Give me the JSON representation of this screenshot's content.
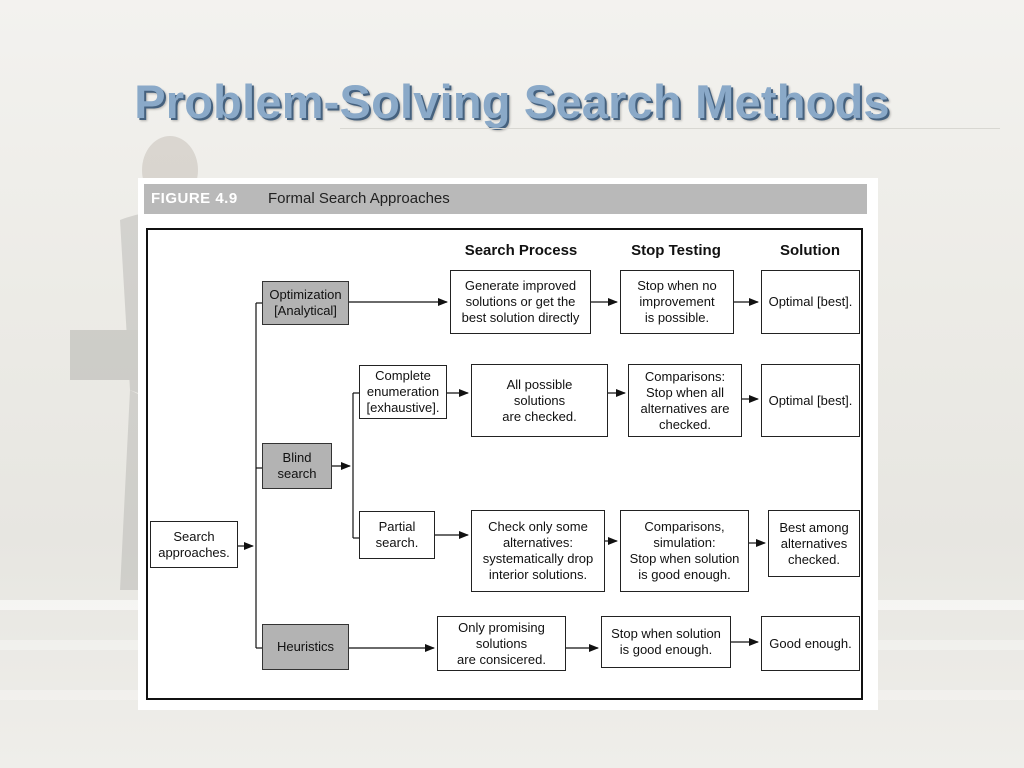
{
  "slide": {
    "title": "Problem-Solving Search Methods"
  },
  "figure": {
    "number": "FIGURE 4.9",
    "caption": "Formal Search Approaches",
    "column_headers": {
      "search_process": "Search Process",
      "stop_testing": "Stop Testing",
      "solution": "Solution"
    },
    "nodes": {
      "search_approaches": "Search\napproaches.",
      "optimization": "Optimization\n[Analytical]",
      "blind_search": "Blind\nsearch",
      "heuristics": "Heuristics",
      "complete_enumeration": "Complete\nenumeration\n[exhaustive].",
      "partial_search": "Partial\nsearch.",
      "opt_process": "Generate improved\nsolutions or get the\nbest solution directly",
      "opt_stop": "Stop when no\nimprovement\nis possible.",
      "opt_solution": "Optimal [best].",
      "enum_process": "All possible\nsolutions\nare checked.",
      "enum_stop": "Comparisons:\nStop when all\nalternatives are\nchecked.",
      "enum_solution": "Optimal [best].",
      "partial_process": "Check only some\nalternatives:\nsystematically drop\ninterior solutions.",
      "partial_stop": "Comparisons,\nsimulation:\nStop when solution\nis good enough.",
      "partial_solution": "Best among\nalternatives\nchecked.",
      "heur_process": "Only promising\nsolutions\nare consicered.",
      "heur_stop": "Stop when solution\nis good enough.",
      "heur_solution": "Good enough."
    }
  },
  "colors": {
    "title": "#8aa9c8",
    "title_shadow": "#45617e",
    "shaded_node": "#b3b3b3",
    "header_bar": "#b9b9b9"
  }
}
